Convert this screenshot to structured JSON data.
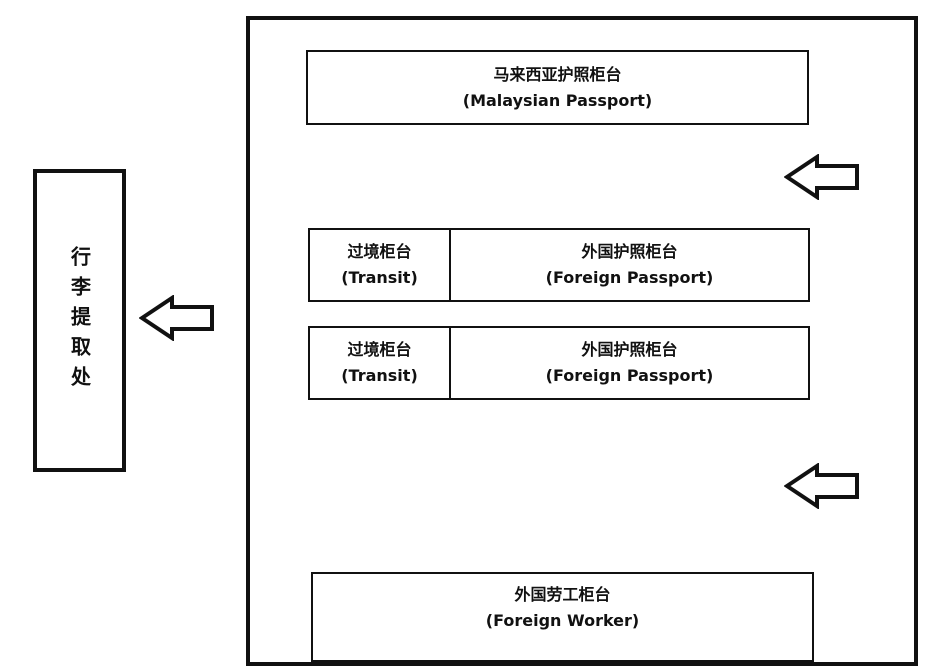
{
  "baggage": {
    "label": "行李提取处"
  },
  "counters": {
    "malaysian": {
      "zh": "马来西亚护照柜台",
      "en": "(Malaysian Passport)"
    },
    "rows": [
      {
        "transit_zh": "过境柜台",
        "transit_en": "(Transit)",
        "foreign_zh": "外国护照柜台",
        "foreign_en": "(Foreign Passport)"
      },
      {
        "transit_zh": "过境柜台",
        "transit_en": "(Transit)",
        "foreign_zh": "外国护照柜台",
        "foreign_en": "(Foreign Passport)"
      }
    ],
    "worker": {
      "zh": "外国劳工柜台",
      "en": "(Foreign Worker)"
    }
  },
  "arrows": {
    "direction": "left",
    "color": "#111111"
  }
}
